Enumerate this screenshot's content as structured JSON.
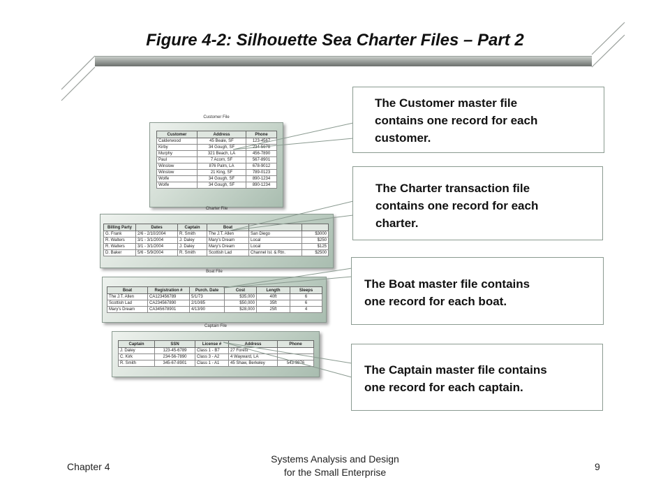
{
  "slide": {
    "title": "Figure 4-2: Silhouette Sea Charter Files – Part 2"
  },
  "figure": {
    "customer_file": {
      "caption": "Customer File",
      "headers": [
        "Customer",
        "Address",
        "Phone"
      ],
      "rows": [
        [
          "Calderwood",
          "45 Beale, SF",
          "123-4567"
        ],
        [
          "Kirby",
          "34 Gough, SF",
          "234-5678"
        ],
        [
          "Murphy",
          "321 Beach, LA",
          "456-7890"
        ],
        [
          "Paul",
          "7 Acorn, SF",
          "567-8901"
        ],
        [
          "Winslow",
          "876 Palm, LA",
          "678-9012"
        ],
        [
          "Winslow",
          "21 King, SF",
          "789-0123"
        ],
        [
          "Wolfe",
          "34 Gough, SF",
          "890-1234"
        ],
        [
          "Wolfe",
          "34 Gough, SF",
          "890-1234"
        ]
      ]
    },
    "charter_file": {
      "caption": "Charter File",
      "headers": [
        "Billing Party",
        "Dates",
        "Captain",
        "Boat",
        "",
        ""
      ],
      "rows": [
        [
          "G. Frank",
          "2/6 - 2/10/2004",
          "R. Smith",
          "The J.T. Allen",
          "San Diego",
          "$3000"
        ],
        [
          "R. Walters",
          "3/1 - 3/1/2004",
          "J. Daley",
          "Mary's Dream",
          "Local",
          "$250"
        ],
        [
          "R. Walters",
          "3/1 - 3/1/2004",
          "J. Daley",
          "Mary's Dream",
          "Local",
          "$125"
        ],
        [
          "D. Baker",
          "5/6 - 5/9/2004",
          "R. Smith",
          "Scottish Lad",
          "Channel Isl. & Rtn.",
          "$2500"
        ]
      ]
    },
    "boat_file": {
      "caption": "Boat File",
      "headers": [
        "Boat",
        "Registration #",
        "Purch. Date",
        "Cost",
        "Length",
        "Sleeps"
      ],
      "rows": [
        [
          "The J.T. Allen",
          "CA123456789",
          "5/1/73",
          "$35,000",
          "40ft",
          "6"
        ],
        [
          "Scottish Lad",
          "CA234567890",
          "2/10/85",
          "$50,000",
          "35ft",
          "6"
        ],
        [
          "Mary's Dream",
          "CA345678901",
          "4/13/90",
          "$28,000",
          "25ft",
          "4"
        ]
      ]
    },
    "captain_file": {
      "caption": "Captain File",
      "headers": [
        "Captain",
        "SSN",
        "License #",
        "Address",
        "Phone"
      ],
      "rows": [
        [
          "J. Daley",
          "123-45-6789",
          "Class 1 - B7",
          "27 Forest",
          ""
        ],
        [
          "C. Kirk",
          "234-56-7890",
          "Class 3 - A2",
          "4 Wayward, LA",
          ""
        ],
        [
          "R. Smith",
          "345-67-8901",
          "Class 1 - A1",
          "45 Shaw, Berkeley",
          "543-9876"
        ]
      ]
    }
  },
  "callouts": [
    {
      "lines": [
        "The Customer master file",
        "contains one record for each",
        "customer."
      ]
    },
    {
      "lines": [
        "The Charter transaction file",
        "contains one record for each",
        "charter."
      ]
    },
    {
      "lines": [
        "The Boat master file contains",
        "one record for each boat."
      ]
    },
    {
      "lines": [
        "The Captain master file contains",
        "one record for each captain."
      ]
    }
  ],
  "footer": {
    "left": "Chapter 4",
    "center_line1": "Systems Analysis and Design",
    "center_line2": "for the Small Enterprise",
    "page_number": "9"
  },
  "colors": {
    "panel_gradient_start": "#eef2ee",
    "panel_gradient_end": "#a9bdb0",
    "title_bar": "#6b6f6c",
    "leader_line": "#8a9a90"
  }
}
